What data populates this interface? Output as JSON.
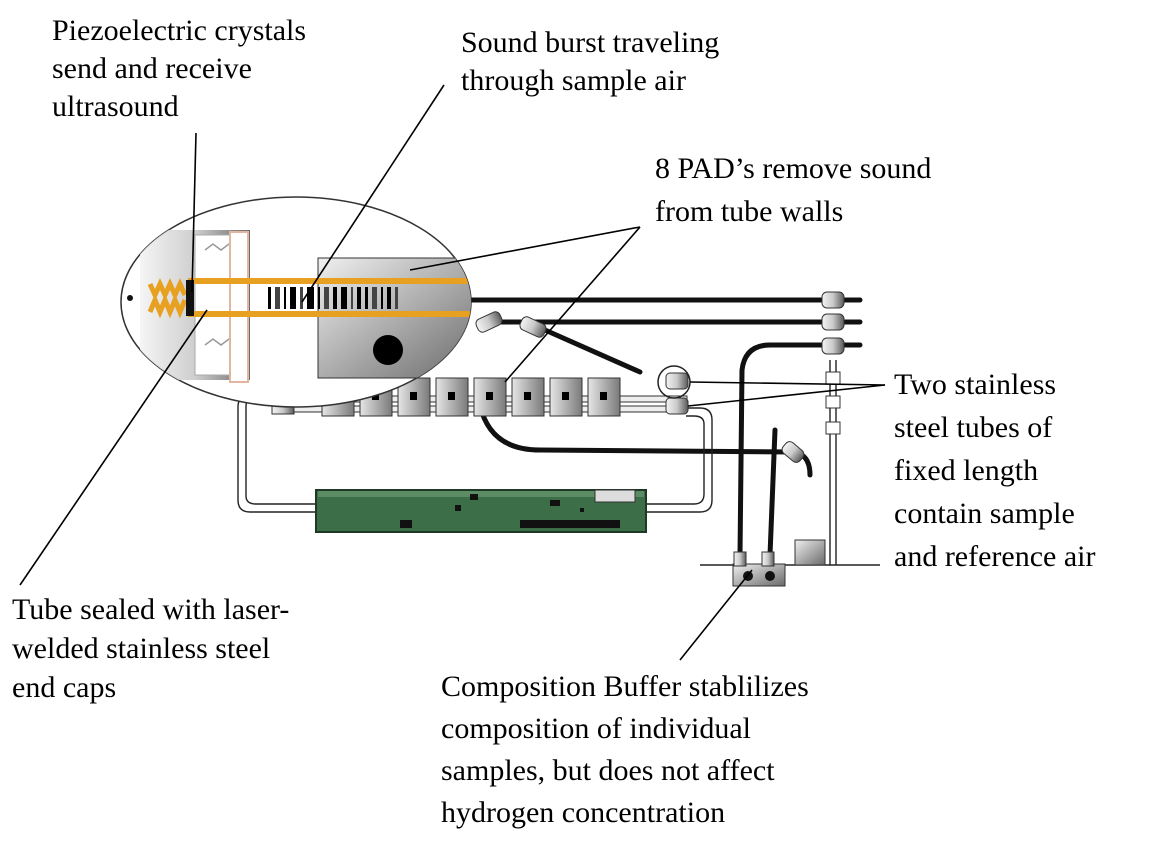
{
  "colors": {
    "tube": "#E8A020",
    "pad": "#9a9a9a",
    "board": "#3c6e48",
    "line": "#000000",
    "wire": "#111111"
  },
  "labels": {
    "piezo": [
      "Piezoelectric crystals",
      "send and receive",
      "ultrasound"
    ],
    "sound_burst": [
      "Sound burst traveling",
      "through sample air"
    ],
    "pads": [
      "8 PAD’s remove sound",
      "from tube walls"
    ],
    "steel_tubes": [
      "Two stainless",
      "steel tubes of",
      "fixed length",
      "contain sample",
      "and reference air"
    ],
    "tube_sealed": [
      "Tube sealed with laser-",
      "welded stainless steel",
      "end caps"
    ],
    "buffer": [
      "Composition Buffer stablilizes",
      "composition of individual",
      "samples, but does not affect",
      "hydrogen concentration"
    ]
  }
}
